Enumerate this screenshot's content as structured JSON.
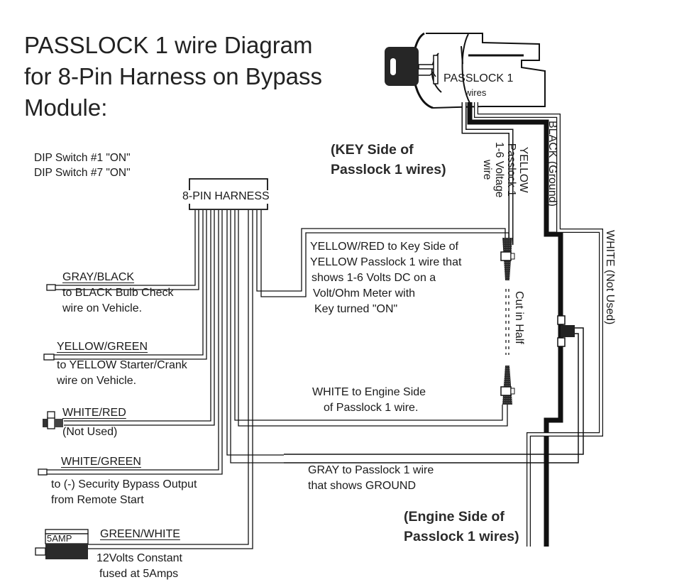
{
  "title": {
    "line1": "PASSLOCK 1 wire Diagram",
    "line2": "for 8-Pin Harness on Bypass",
    "line3": "Module:"
  },
  "dip_switches": {
    "line1": "DIP Switch #1 \"ON\"",
    "line2": "DIP Switch #7 \"ON\""
  },
  "harness": {
    "label": "8-PIN HARNESS"
  },
  "ignition": {
    "label": "PASSLOCK 1",
    "wires_label": "wires"
  },
  "key_side": {
    "line1": "(KEY Side of",
    "line2": "Passlock 1 wires)"
  },
  "engine_side": {
    "line1": "(Engine Side of",
    "line2": "Passlock 1 wires)"
  },
  "passlock_wires": {
    "yellow": {
      "line1": "YELLOW",
      "line2": "Passlock 1",
      "line3": "1-6 Voltage",
      "line4": "wire"
    },
    "black": "BLACK (Ground)",
    "white": "WHITE (Not Used)",
    "cut": "Cut in Half"
  },
  "harness_wires": [
    {
      "color_name": "GRAY/BLACK",
      "line1": "to BLACK Bulb Check",
      "line2": "wire on Vehicle."
    },
    {
      "color_name": "YELLOW/GREEN",
      "line1": "to YELLOW Starter/Crank",
      "line2": "wire on Vehicle."
    },
    {
      "color_name": "WHITE/RED",
      "line1": "(Not Used)"
    },
    {
      "color_name": "WHITE/GREEN",
      "line1": "to (-) Security Bypass Output",
      "line2": "from Remote Start"
    },
    {
      "color_name": "GREEN/WHITE",
      "line1": "12Volts Constant",
      "line2": "fused at 5Amps",
      "fuse_label": "5AMP"
    }
  ],
  "connection_notes": {
    "yellow_red": {
      "line1": "YELLOW/RED to Key Side of",
      "line2": "YELLOW Passlock 1 wire that",
      "line3": "shows 1-6 Volts DC on a",
      "line4": "Volt/Ohm Meter with",
      "line5": "Key turned \"ON\""
    },
    "white": {
      "line1": "WHITE to Engine Side",
      "line2": "of Passlock 1 wire."
    },
    "gray": {
      "line1": "GRAY to Passlock 1 wire",
      "line2": "that shows GROUND"
    }
  }
}
